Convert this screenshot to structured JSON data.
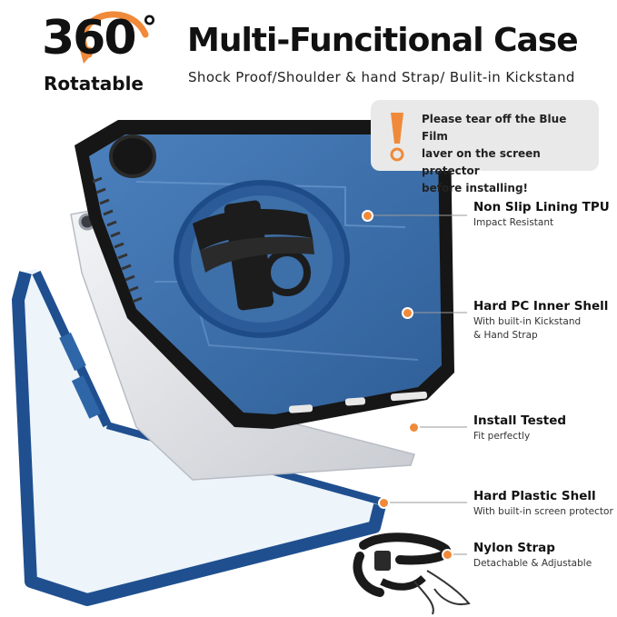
{
  "badge": {
    "degrees": "360",
    "degree_symbol": "°",
    "label": "Rotatable"
  },
  "header": {
    "title": "Multi-Funcitional Case",
    "subtitle": "Shock Proof/Shoulder & hand Strap/ Bulit-in Kickstand"
  },
  "notice": {
    "icon": "exclamation-icon",
    "line1": "Please tear off the Blue Film",
    "line2": "laver on the screen protector",
    "line3": "before installing!"
  },
  "features": [
    {
      "title": "Non Slip Lining TPU",
      "desc": [
        "Impact Resistant"
      ]
    },
    {
      "title": "Hard PC Inner Shell",
      "desc": [
        "With built-in Kickstand",
        "& Hand Strap"
      ]
    },
    {
      "title": "Install Tested",
      "desc": [
        "Fit perfectly"
      ]
    },
    {
      "title": "Hard Plastic Shell",
      "desc": [
        "With built-in screen protector"
      ]
    },
    {
      "title": "Nylon Strap",
      "desc": [
        "Detachable & Adjustable"
      ]
    }
  ],
  "colors": {
    "case_blue": "#3d6fa8",
    "case_frame": "#1f4f8f",
    "bumper_black": "#161616",
    "accent_orange": "#f08a3a",
    "notice_bg": "#e9e9e9"
  }
}
